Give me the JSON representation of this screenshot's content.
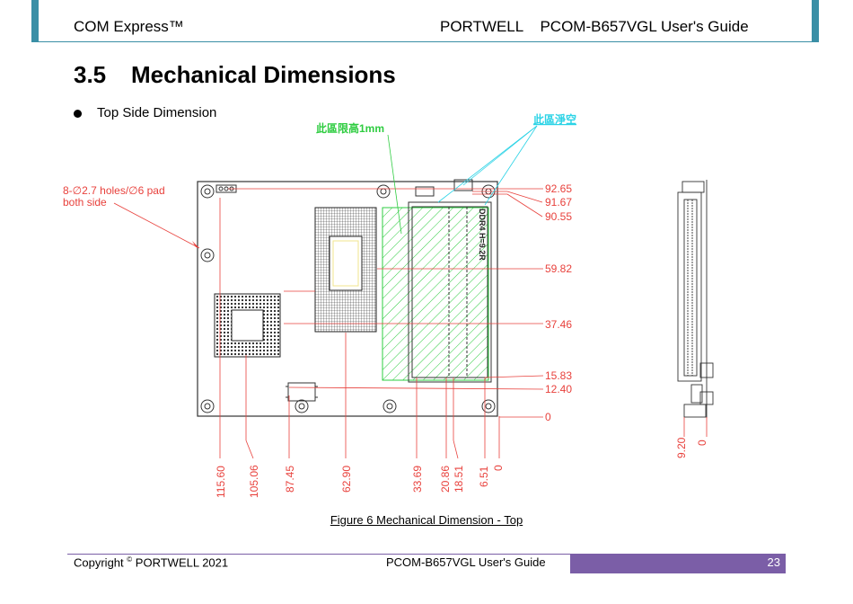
{
  "header": {
    "left": "COM Express™",
    "right": "PORTWELL    PCOM-B657VGL User's Guide"
  },
  "section": {
    "number": "3.5",
    "title": "Mechanical Dimensions"
  },
  "bullet": "Top Side Dimension",
  "annotations": {
    "height_limit": "此區限高1mm",
    "keepout": "此區淨空",
    "holes_line1": "8-∅2.7 holes/∅6 pad",
    "holes_line2": "both side",
    "dimm_label": "DDR4 H=9.2R"
  },
  "right_dims": [
    "92.65",
    "91.67",
    "90.55",
    "59.82",
    "37.46",
    "15.83",
    "12.40",
    "0"
  ],
  "bottom_dims": [
    "115.60",
    "105.06",
    "87.45",
    "62.90",
    "33.69",
    "20.86",
    "18.51",
    "6.51",
    "0"
  ],
  "side_dims": [
    "9.20",
    "0"
  ],
  "caption": "Figure 6 Mechanical Dimension - Top",
  "footer": {
    "copyright": "Copyright",
    "copyright_symbol": "©",
    "company_year": "PORTWELL 2021",
    "guide": "PCOM-B657VGL User's Guide",
    "page": "23"
  },
  "colors": {
    "header_accent": "#3a8fa6",
    "footer_accent": "#7b5ea7",
    "dimension_red": "#e8413c",
    "annotation_green": "#2ecc40",
    "annotation_cyan": "#2bd3e6"
  }
}
